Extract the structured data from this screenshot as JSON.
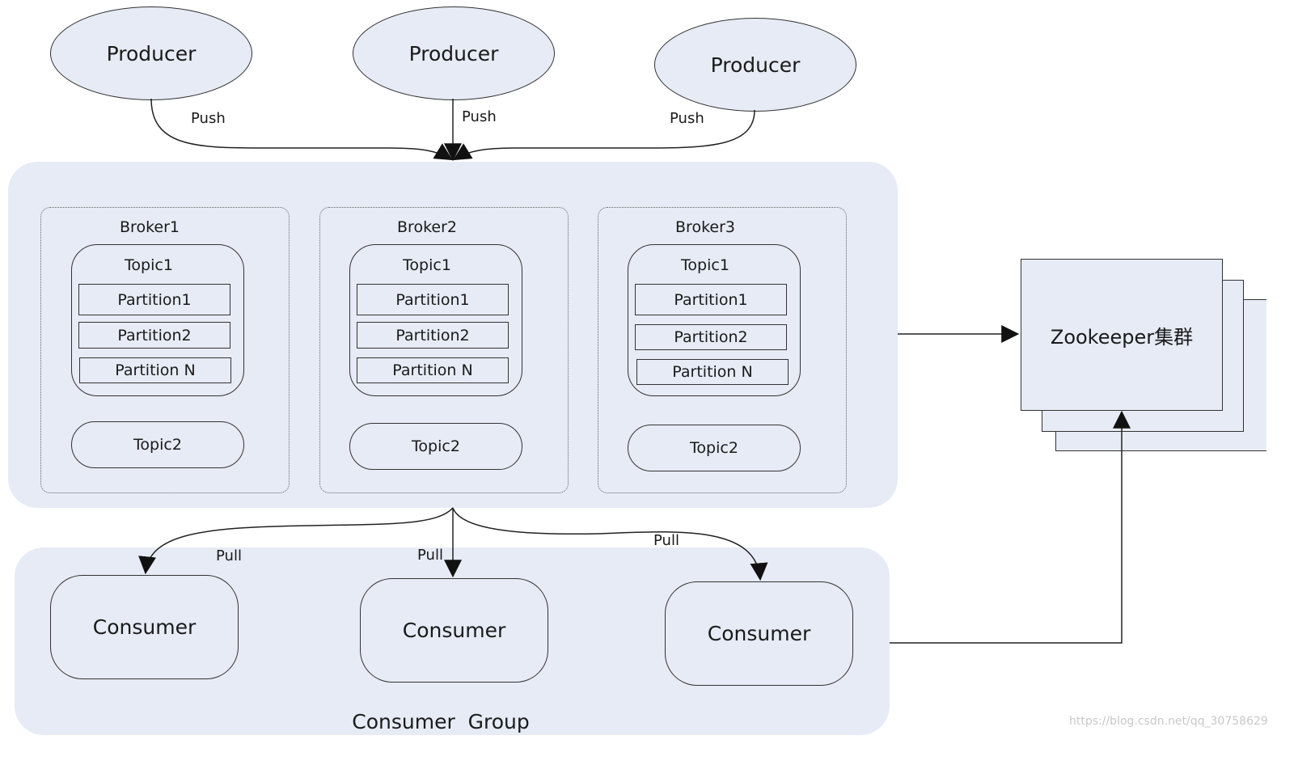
{
  "producers": [
    {
      "label": "Producer"
    },
    {
      "label": "Producer"
    },
    {
      "label": "Producer"
    }
  ],
  "push_labels": [
    "Push",
    "Push",
    "Push"
  ],
  "brokers": [
    {
      "title": "Broker1",
      "topic1": "Topic1",
      "partitions": [
        "Partition1",
        "Partition2",
        "Partition N"
      ],
      "topic2": "Topic2"
    },
    {
      "title": "Broker2",
      "topic1": "Topic1",
      "partitions": [
        "Partition1",
        "Partition2",
        "Partition N"
      ],
      "topic2": "Topic2"
    },
    {
      "title": "Broker3",
      "topic1": "Topic1",
      "partitions": [
        "Partition1",
        "Partition2",
        "Partition N"
      ],
      "topic2": "Topic2"
    }
  ],
  "zookeeper": {
    "label": "Zookeeper集群"
  },
  "pull_labels": [
    "Pull",
    "Pull",
    "Pull"
  ],
  "consumers": [
    {
      "label": "Consumer"
    },
    {
      "label": "Consumer"
    },
    {
      "label": "Consumer"
    }
  ],
  "consumer_group": {
    "label": "Consumer  Group"
  },
  "watermark": "https://blog.csdn.net/qq_30758629",
  "colors": {
    "fill": "#e6ebf5",
    "stroke": "#333333"
  }
}
